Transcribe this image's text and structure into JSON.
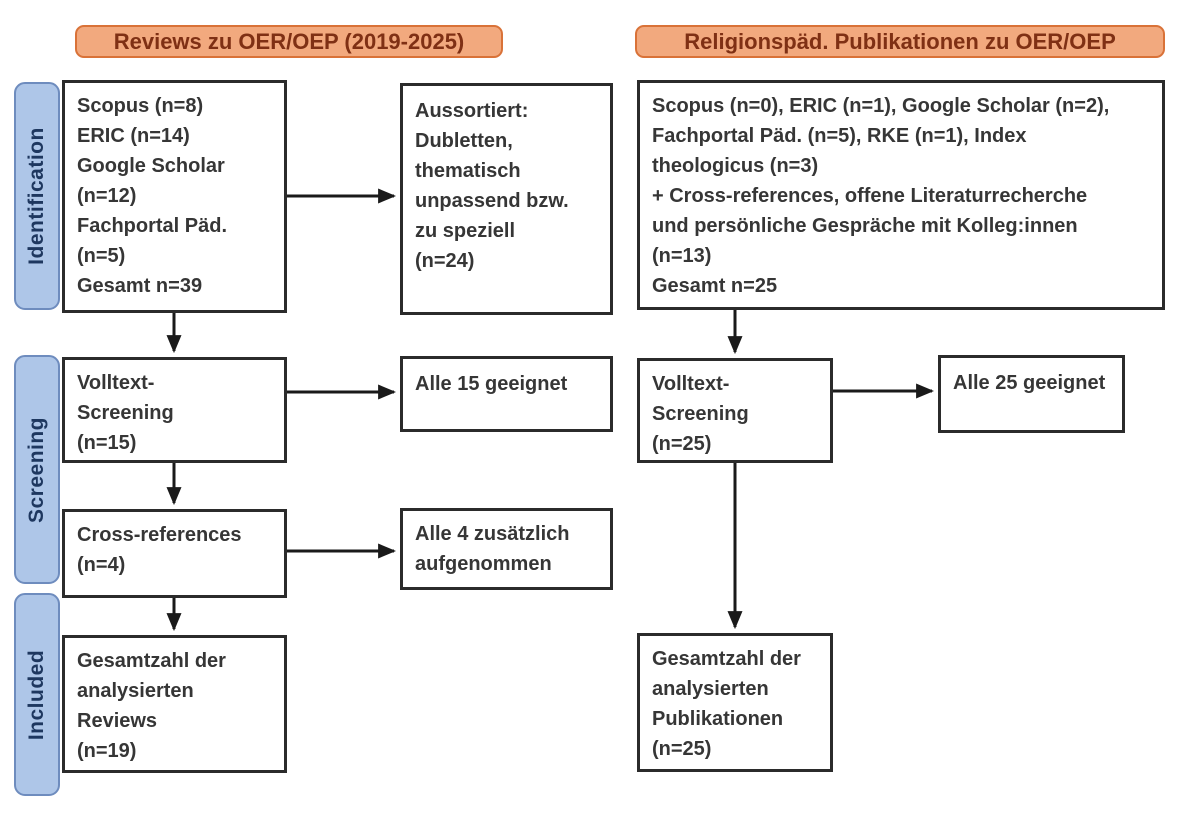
{
  "headers": {
    "left": "Reviews zu OER/OEP (2019-2025)",
    "right": "Religionspäd. Publikationen zu OER/OEP"
  },
  "stages": {
    "identification": "Identification",
    "screening": "Screening",
    "included": "Included"
  },
  "left_flow": {
    "sources": "Scopus (n=8)\nERIC (n=14)\nGoogle Scholar\n(n=12)\nFachportal Päd.\n(n=5)\nGesamt n=39",
    "excluded": "Aussortiert:\nDubletten,\nthematisch\nunpassend bzw.\nzu speziell\n(n=24)",
    "fulltext": "Volltext-\nScreening\n(n=15)",
    "fulltext_result": "Alle 15 geeignet",
    "crossref": "Cross-references\n(n=4)",
    "crossref_result": "Alle 4 zusätzlich\naufgenommen",
    "included": "Gesamtzahl der\nanalysierten\nReviews\n(n=19)"
  },
  "right_flow": {
    "sources": "Scopus (n=0), ERIC (n=1), Google Scholar (n=2),\nFachportal Päd. (n=5), RKE (n=1), Index\ntheologicus (n=3)\n+ Cross-references, offene Literaturrecherche\nund persönliche Gespräche mit Kolleg:innen\n(n=13)\nGesamt n=25",
    "fulltext": "Volltext-\nScreening\n(n=25)",
    "fulltext_result": "Alle 25 geeignet",
    "included": "Gesamtzahl der\nanalysierten\nPublikationen\n(n=25)"
  },
  "colors": {
    "header_fill": "#F2A97E",
    "header_border": "#D97238",
    "header_text": "#7F3014",
    "stage_fill": "#AEC6E8",
    "stage_border": "#6E8CBE",
    "stage_text": "#1E375F",
    "box_border": "#2B2B2B",
    "box_text": "#363636",
    "arrow": "#1A1A1A"
  }
}
